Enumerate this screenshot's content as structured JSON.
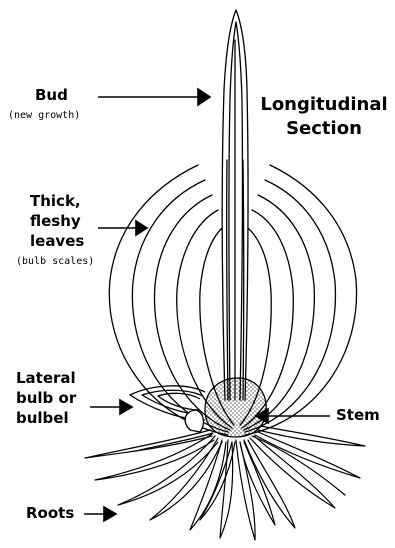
{
  "title": {
    "line1": "Longitudinal",
    "line2": "Section"
  },
  "labels": {
    "bud": "Bud",
    "bud_sub": "(new growth)",
    "leaves_line1": "Thick,",
    "leaves_line2": "fleshy",
    "leaves_line3": "leaves",
    "leaves_sub": "(bulb scales)",
    "lateral_line1": "Lateral",
    "lateral_line2": "bulb or",
    "lateral_line3": "bulbel",
    "stem": "Stem",
    "roots": "Roots"
  },
  "colors": {
    "ink": "#000000",
    "background": "#ffffff"
  }
}
